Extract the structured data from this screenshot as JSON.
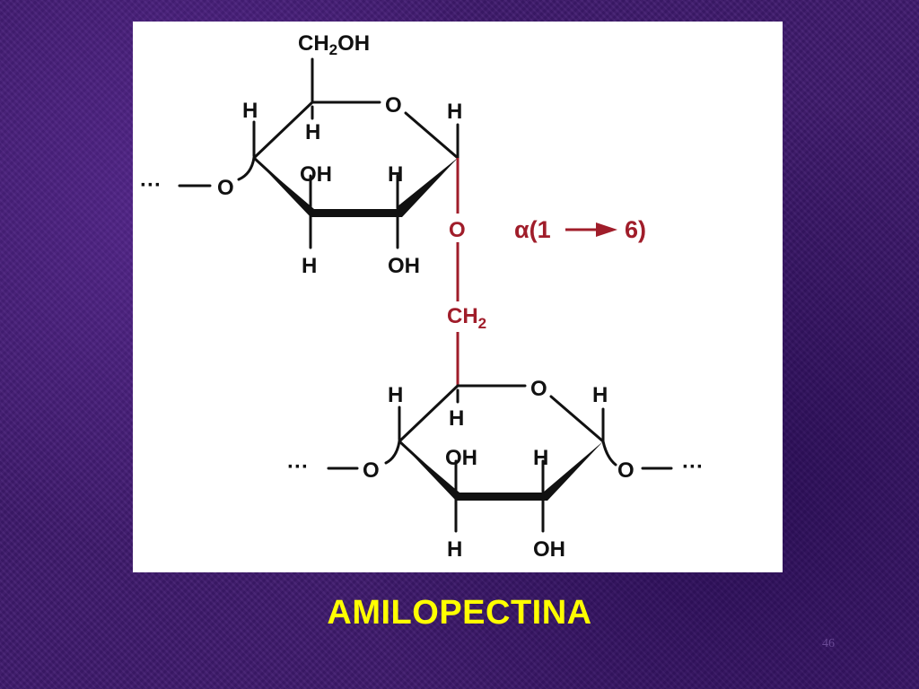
{
  "slide": {
    "title": "AMILOPECTINA",
    "number": "46"
  },
  "diagram": {
    "upper_ring": {
      "ch2oh": "CH₂OH",
      "ring_o": "O",
      "h_left_top": "H",
      "h_c5": "H",
      "h_c1": "H",
      "oh_c3_top": "OH",
      "h_c2_top": "H",
      "h_c4_bottom": "H",
      "oh_c2_bottom": "OH",
      "left_link": "··· —O"
    },
    "linkage": {
      "o": "O",
      "ch2": "CH₂",
      "label": "α(1",
      "label_end": "6)"
    },
    "lower_ring": {
      "ring_o": "O",
      "h_left_top": "H",
      "h_c5": "H",
      "h_c1": "H",
      "oh_c3_top": "OH",
      "h_c2_top": "H",
      "h_c4_bottom": "H",
      "oh_c2_bottom": "OH",
      "left_link": "··· —O",
      "right_link": "O— ···"
    },
    "colors": {
      "bond": "#111111",
      "linkage": "#a01d2a",
      "title": "#ffff00",
      "background": "#3f1a6e"
    }
  }
}
